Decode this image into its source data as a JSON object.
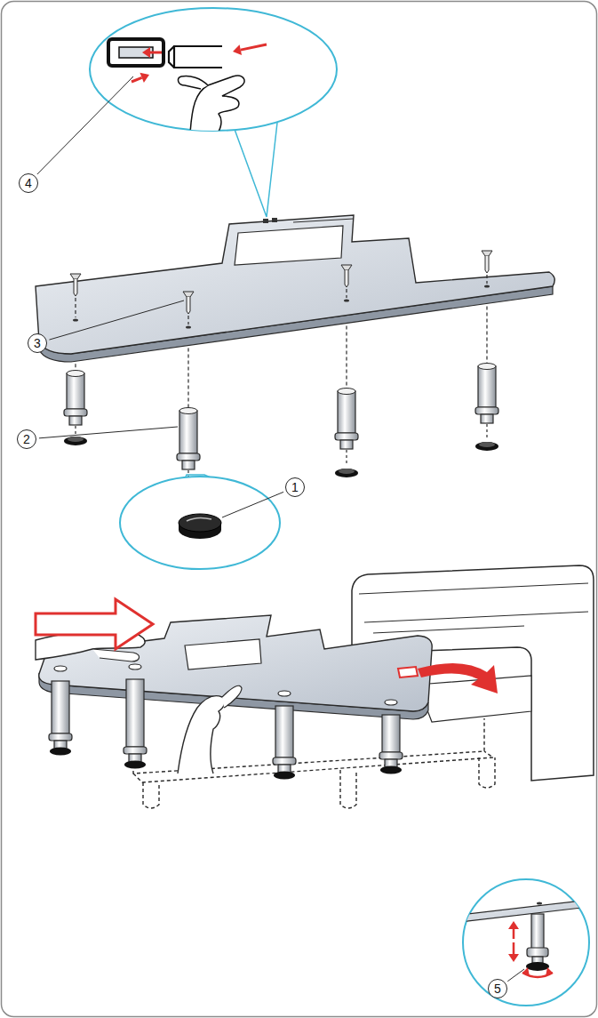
{
  "diagram": {
    "labels": [
      "4",
      "3",
      "2",
      "1",
      "5"
    ]
  }
}
